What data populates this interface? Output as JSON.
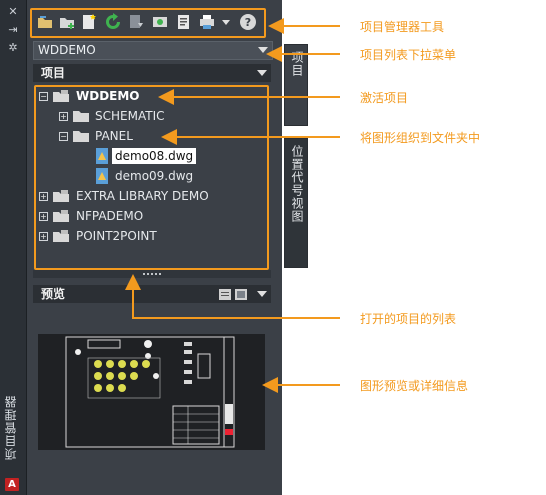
{
  "window": {
    "side_title": "项目管理器",
    "tab_project": "项目",
    "tab_location": "位置代号视图"
  },
  "toolbar": {
    "icons": [
      "open-project-icon",
      "new-project-icon",
      "new-drawing-icon",
      "refresh-icon",
      "update-icon",
      "rebuild-icon",
      "properties-icon",
      "publish-icon",
      "dropdown-arrow-icon",
      "help-icon"
    ]
  },
  "project_dropdown": {
    "value": "WDDEMO"
  },
  "projects_panel": {
    "header": "项目",
    "tree": [
      {
        "label": "WDDEMO",
        "level": 0,
        "expanded": true,
        "bold": true
      },
      {
        "label": "SCHEMATIC",
        "level": 1,
        "expanded": false
      },
      {
        "label": "PANEL",
        "level": 1,
        "expanded": true
      },
      {
        "label": "demo08.dwg",
        "level": 2,
        "selected": true
      },
      {
        "label": "demo09.dwg",
        "level": 2
      },
      {
        "label": "EXTRA LIBRARY DEMO",
        "level": 0,
        "expanded": false
      },
      {
        "label": "NFPADEMO",
        "level": 0,
        "expanded": false
      },
      {
        "label": "POINT2POINT",
        "level": 0,
        "expanded": false
      }
    ]
  },
  "preview_panel": {
    "header": "预览"
  },
  "annotations": {
    "toolbar": "项目管理器工具",
    "dropdown": "项目列表下拉菜单",
    "active": "激活项目",
    "organize": "将图形组织到文件夹中",
    "open_list": "打开的项目的列表",
    "preview": "图形预览或详细信息"
  },
  "colors": {
    "accent": "#f39a1e",
    "panel": "#3b4047",
    "header": "#2b2f34",
    "selection": "#ffffff"
  }
}
